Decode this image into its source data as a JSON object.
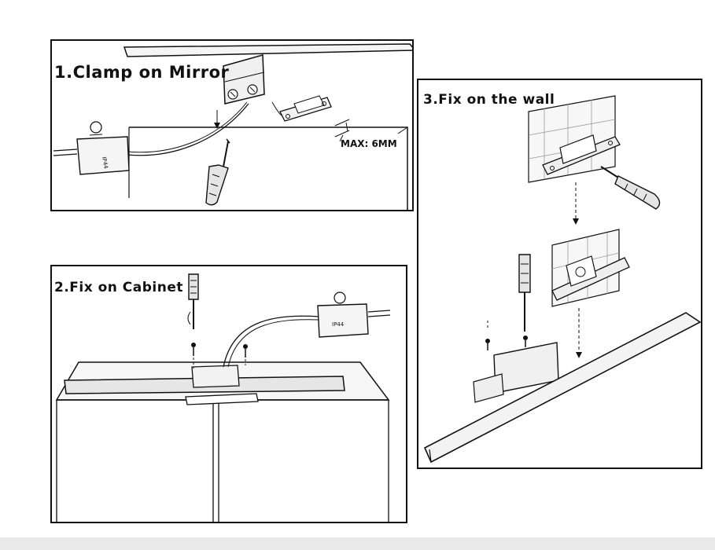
{
  "steps": [
    {
      "title": "1.Clamp on Mirror",
      "annotation": "MAX: 6MM"
    },
    {
      "title": "2.Fix on Cabinet"
    },
    {
      "title": "3.Fix on the wall"
    }
  ],
  "colors": {
    "line": "#111111",
    "fill_light": "#f2f2f2",
    "fill_mid": "#d9d9d9",
    "background": "#ffffff"
  },
  "icons": [
    "screwdriver-icon",
    "screw-icon",
    "driver-box-icon",
    "bracket-icon",
    "arrow-icon"
  ]
}
